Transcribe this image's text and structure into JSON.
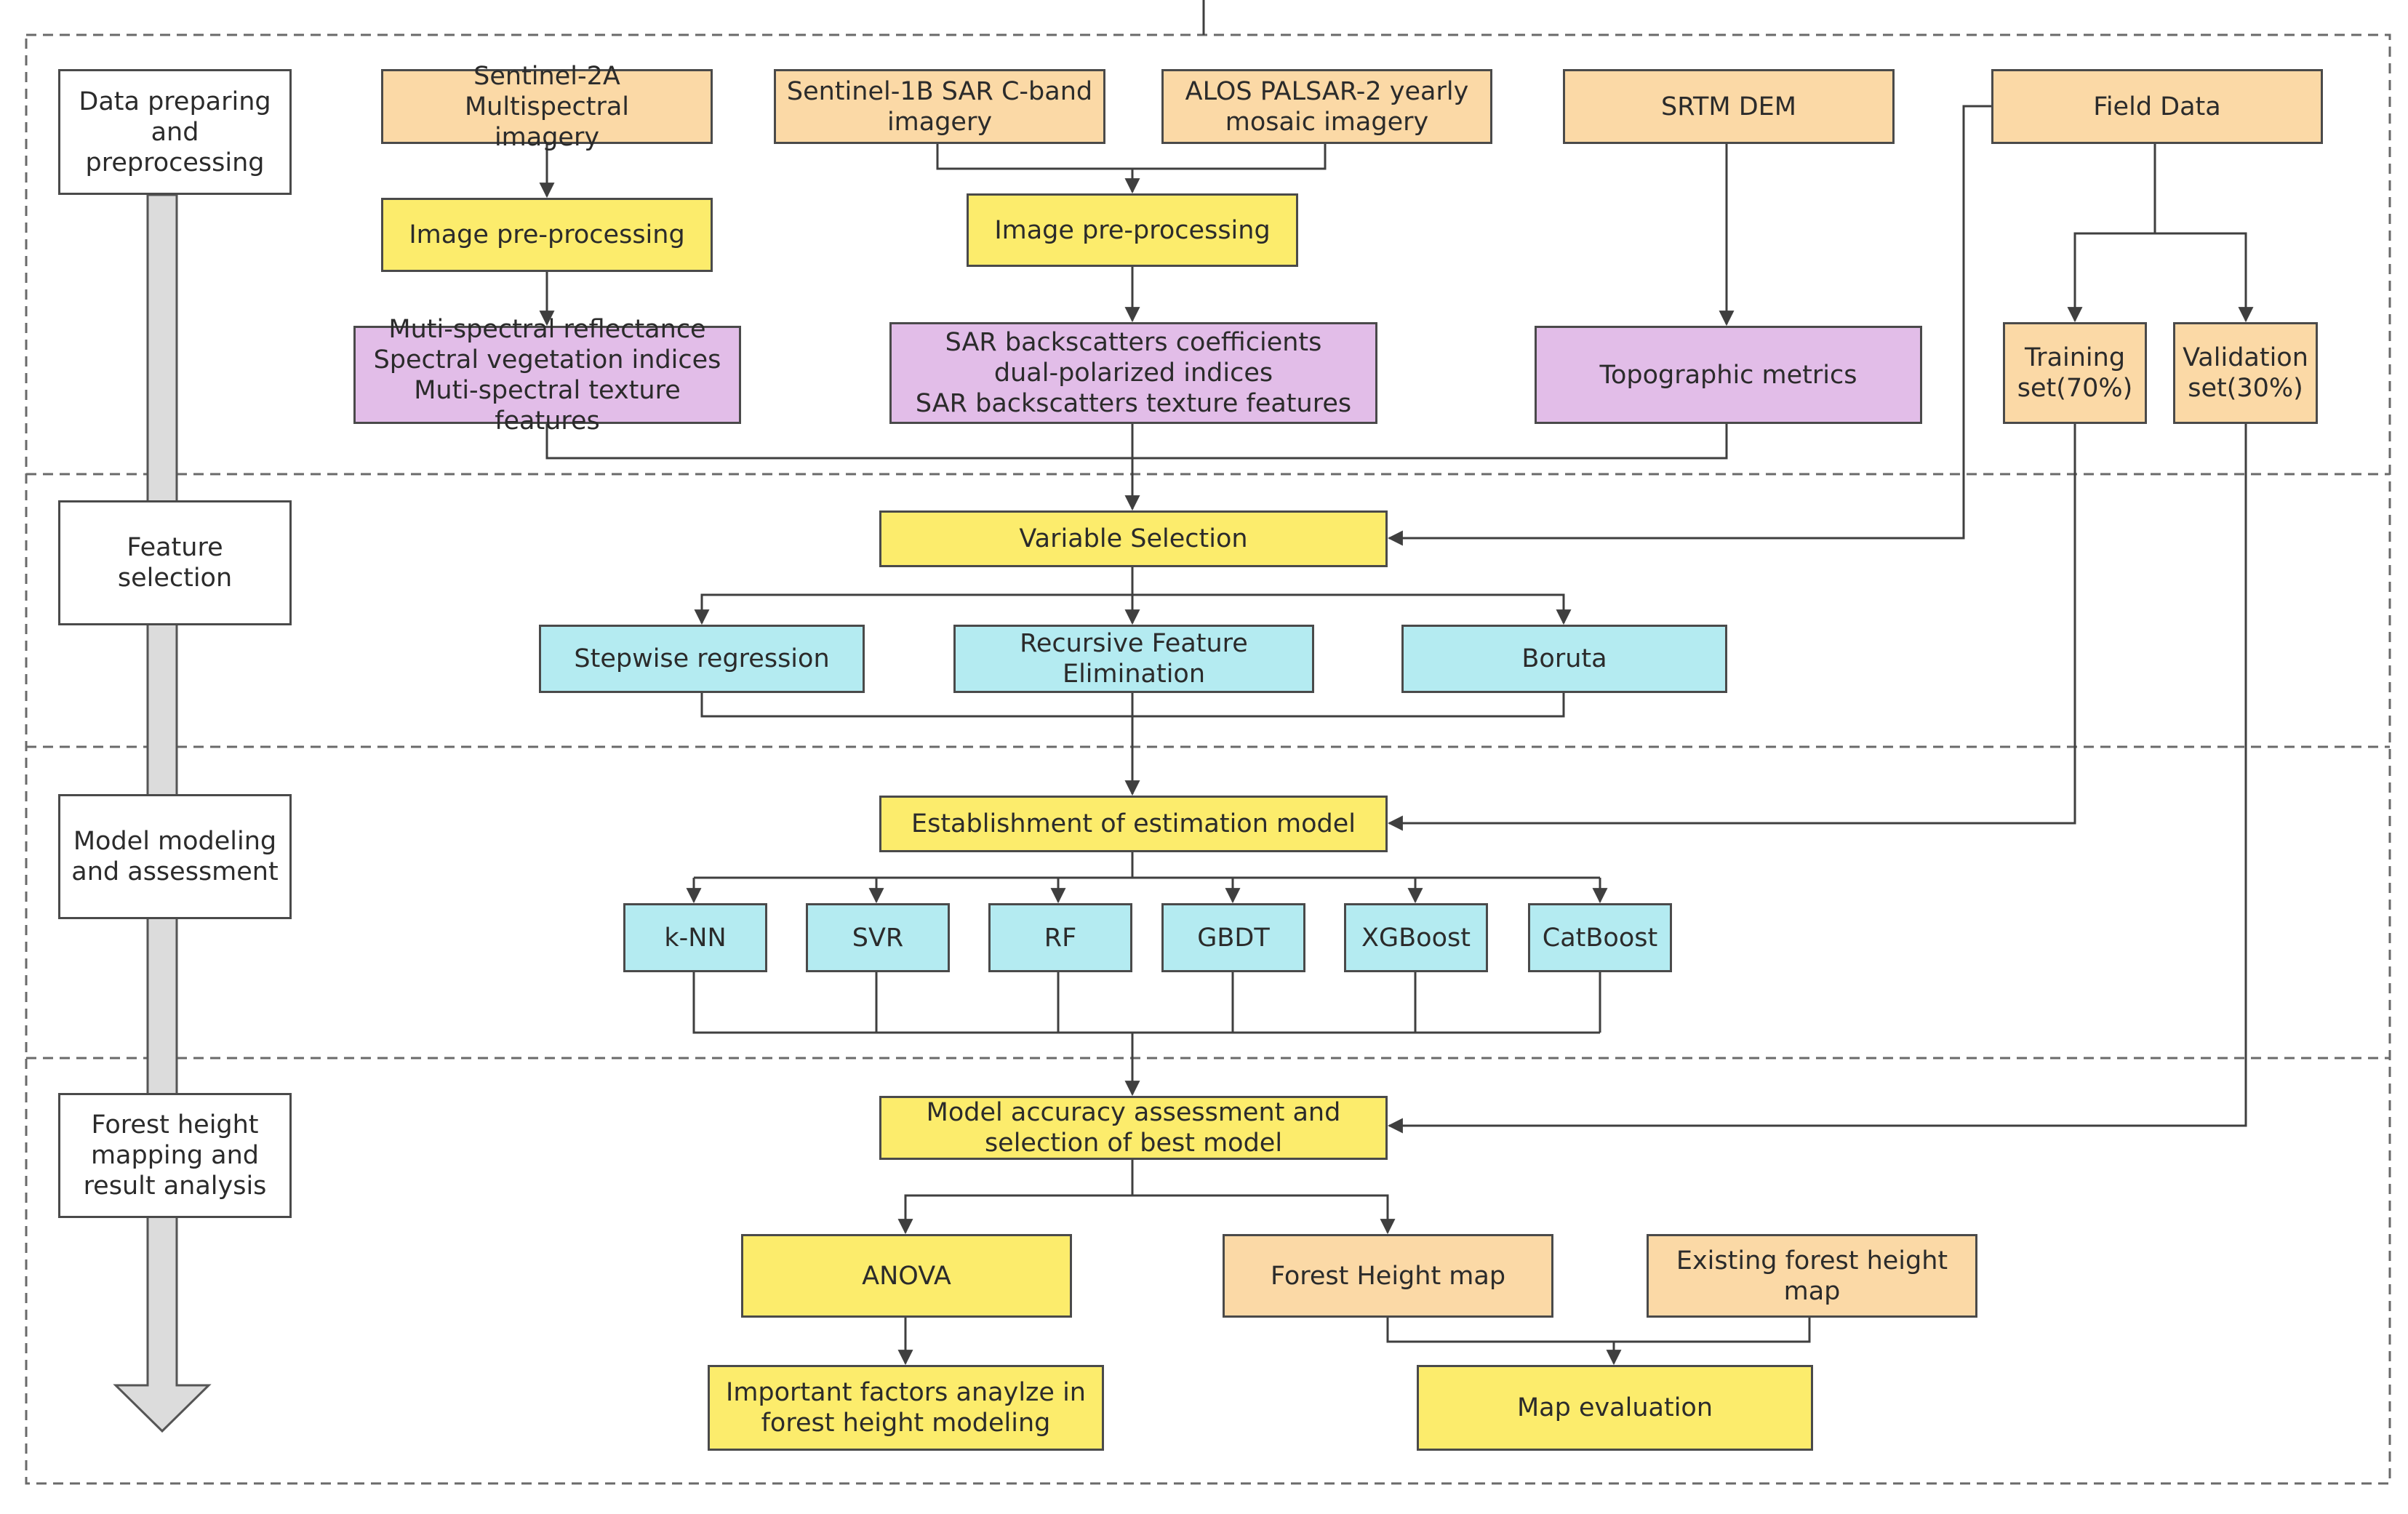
{
  "stages": [
    {
      "id": "stage-1",
      "label": "Data preparing\nand\npreprocessing"
    },
    {
      "id": "stage-2",
      "label": "Feature\nselection"
    },
    {
      "id": "stage-3",
      "label": "Model modeling\nand assessment"
    },
    {
      "id": "stage-4",
      "label": "Forest height\nmapping and\nresult analysis"
    }
  ],
  "nodes": {
    "sentinel2a": "Sentinel-2A Multispectral\nimagery",
    "sentinel1b": "Sentinel-1B SAR C-band\nimagery",
    "alos": "ALOS PALSAR-2 yearly\nmosaic imagery",
    "srtm": "SRTM DEM",
    "field_data": "Field Data",
    "preproc_optical": "Image pre-processing",
    "preproc_sar": "Image pre-processing",
    "optical_features": "Muti-spectral reflectance\nSpectral vegetation indices\nMuti-spectral texture features",
    "sar_features": "SAR backscatters coefficients\ndual-polarized indices\nSAR backscatters texture features",
    "topo_metrics": "Topographic metrics",
    "training_set": "Training\nset(70%)",
    "validation_set": "Validation\nset(30%)",
    "variable_selection": "Variable Selection",
    "stepwise": "Stepwise regression",
    "rfe": "Recursive Feature\nElimination",
    "boruta": "Boruta",
    "establishment": "Establishment of estimation model",
    "knn": "k-NN",
    "svr": "SVR",
    "rf": "RF",
    "gbdt": "GBDT",
    "xgboost": "XGBoost",
    "catboost": "CatBoost",
    "accuracy": "Model accuracy assessment and\nselection of best model",
    "anova": "ANOVA",
    "forest_height_map": "Forest Height map",
    "existing_map": "Existing forest height map",
    "important_factors": "Important factors anaylze in\nforest height modeling",
    "map_evaluation": "Map evaluation"
  },
  "colors": {
    "line": "#3f3f3f",
    "dashed_border": "#6a6a6a",
    "source": "#fbd9a6",
    "process": "#fcec6c",
    "feature": "#e2bde8",
    "method": "#b4ebf1",
    "stage_arrow": "#dcdcdc"
  }
}
